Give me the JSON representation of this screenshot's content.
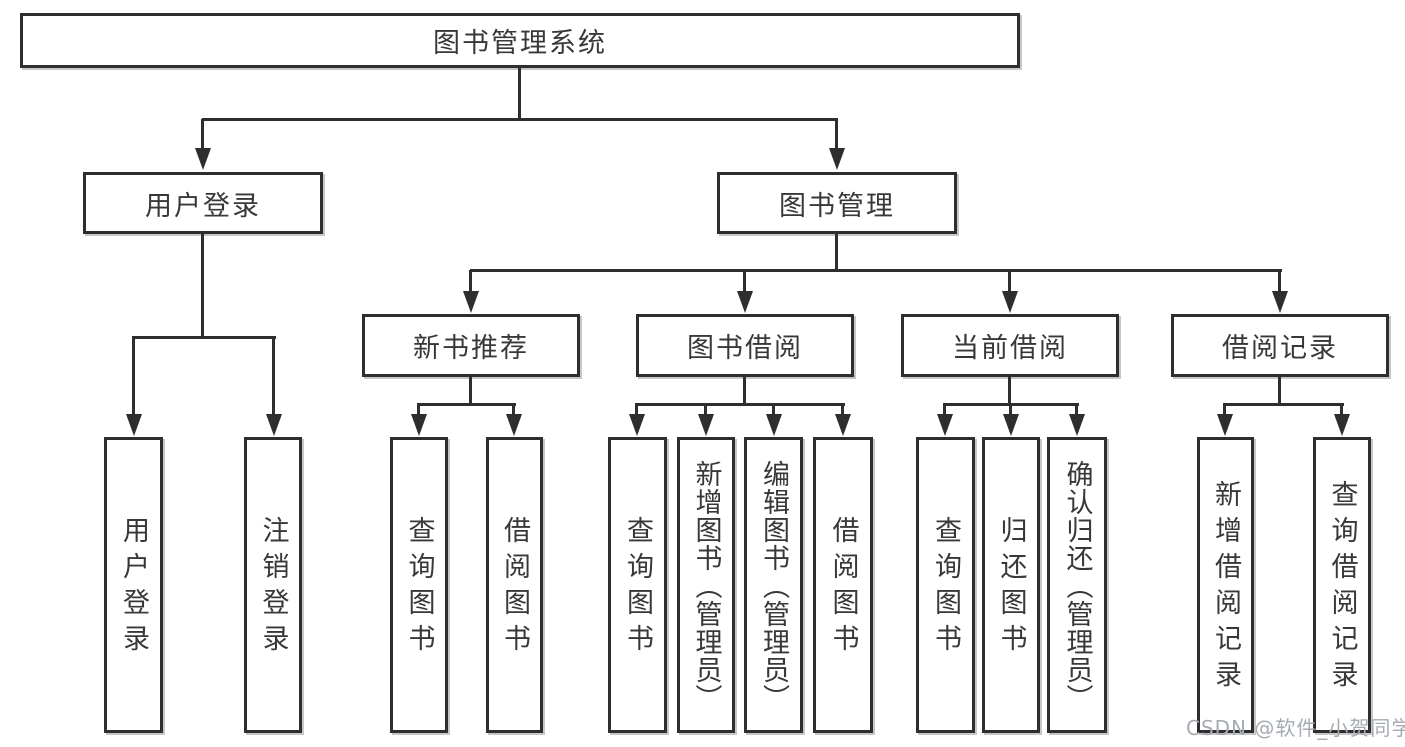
{
  "tree": {
    "root": {
      "label": "图书管理系统",
      "children": [
        {
          "label": "用户登录",
          "children": [
            {
              "label": "用户登录"
            },
            {
              "label": "注销登录"
            }
          ]
        },
        {
          "label": "图书管理",
          "children": [
            {
              "label": "新书推荐",
              "children": [
                {
                  "label": "查询图书"
                },
                {
                  "label": "借阅图书"
                }
              ]
            },
            {
              "label": "图书借阅",
              "children": [
                {
                  "label": "查询图书"
                },
                {
                  "label": "新增图书（管理员）"
                },
                {
                  "label": "编辑图书（管理员）"
                },
                {
                  "label": "借阅图书"
                }
              ]
            },
            {
              "label": "当前借阅",
              "children": [
                {
                  "label": "查询图书"
                },
                {
                  "label": "归还图书"
                },
                {
                  "label": "确认归还（管理员）"
                }
              ]
            },
            {
              "label": "借阅记录",
              "children": [
                {
                  "label": "新增借阅记录"
                },
                {
                  "label": "查询借阅记录"
                }
              ]
            }
          ]
        }
      ]
    }
  },
  "watermark": "CSDN @软件_小贺同学",
  "colors": {
    "line": "#2e2e2e",
    "text": "#383838",
    "watermark": "#a6abb2",
    "background": "#ffffff"
  }
}
